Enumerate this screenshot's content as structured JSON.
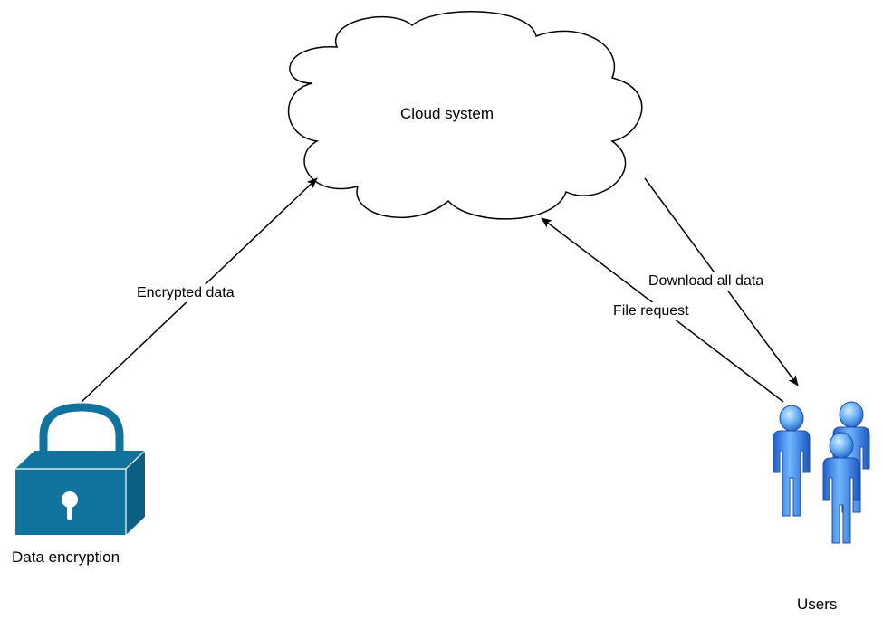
{
  "nodes": {
    "cloud": {
      "label": "Cloud system",
      "icon": "cloud-icon"
    },
    "encryption": {
      "label": "Data encryption",
      "icon": "padlock-icon",
      "color": "#10739e"
    },
    "users": {
      "label": "Users",
      "icon": "users-icon",
      "color": "#3a8ef0"
    }
  },
  "edges": {
    "encrypted_data": {
      "label": "Encrypted data",
      "from": "Data encryption",
      "to": "Cloud system"
    },
    "download_all_data": {
      "label": "Download all data",
      "from": "Cloud system",
      "to": "Users"
    },
    "file_request": {
      "label": "File request",
      "from": "Users",
      "to": "Cloud system"
    }
  }
}
